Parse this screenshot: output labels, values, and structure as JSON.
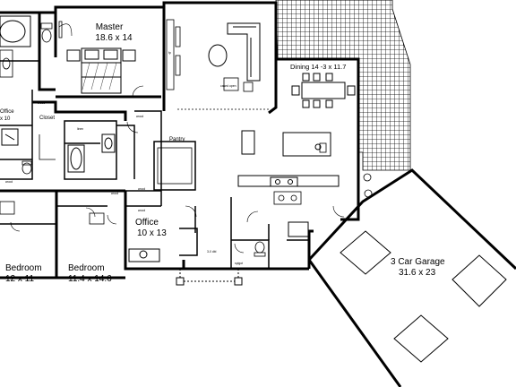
{
  "rooms": {
    "master": {
      "name": "Master",
      "size": "18.6 x 14"
    },
    "dining": {
      "label": "Dining 14 -3 x 11.7"
    },
    "office_left": {
      "name": "Office",
      "size": "x 10"
    },
    "closet": {
      "name": "Closet"
    },
    "pantry": {
      "name": "Pantry"
    },
    "office": {
      "name": "Office",
      "size": "10 x 13"
    },
    "bedroom1": {
      "name": "Bedroom",
      "size": "12 x 11"
    },
    "bedroom2": {
      "name": "Bedroom",
      "size": "11.4 x 14.6"
    },
    "garage": {
      "name": "3 Car Garage",
      "size": "31.6 x 23"
    }
  },
  "notes": {
    "wood": "wood",
    "spigot": "spigot",
    "door_3_0": "3-0 dbl",
    "cased_open": "cased open",
    "linen": "linen",
    "fp": "fp"
  }
}
